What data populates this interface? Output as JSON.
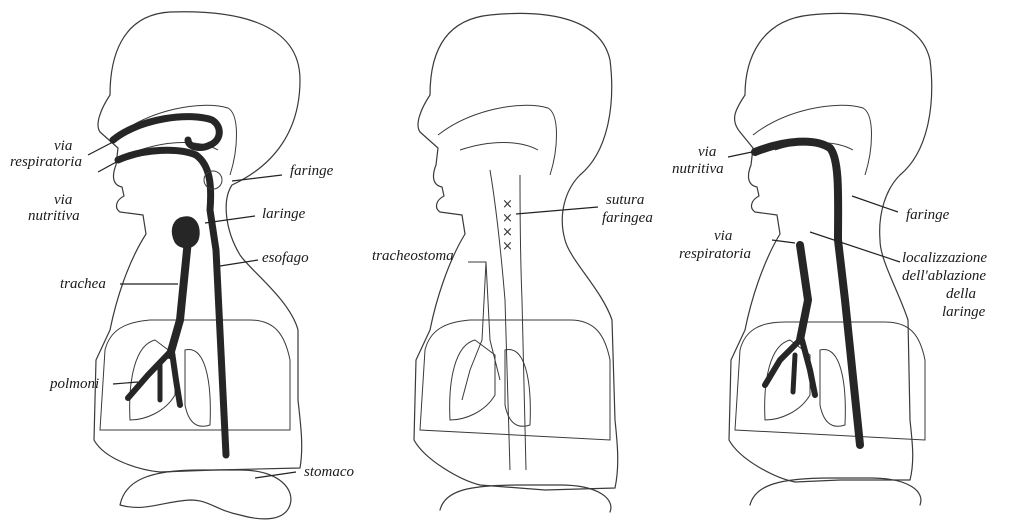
{
  "panels": [
    {
      "id": "normal",
      "labels": {
        "via_respiratoria_1": "via",
        "via_respiratoria_2": "respiratoria",
        "via_nutritiva_1": "via",
        "via_nutritiva_2": "nutritiva",
        "faringe": "faringe",
        "laringe": "laringe",
        "esofago": "esofago",
        "trachea": "trachea",
        "polmoni": "polmoni",
        "stomaco": "stomaco"
      }
    },
    {
      "id": "after-surgery",
      "labels": {
        "sutura_1": "sutura",
        "sutura_2": "faringea",
        "tracheostoma": "tracheostoma"
      }
    },
    {
      "id": "post-laryngectomy",
      "labels": {
        "via_nutritiva_1": "via",
        "via_nutritiva_2": "nutritiva",
        "via_respiratoria_1": "via",
        "via_respiratoria_2": "respiratoria",
        "faringe": "faringe",
        "localizzazione_1": "localizzazione",
        "localizzazione_2": "dell'ablazione",
        "localizzazione_3": "della",
        "localizzazione_4": "laringe"
      }
    }
  ],
  "suture_marks": [
    "×",
    "×",
    "×",
    "×"
  ]
}
